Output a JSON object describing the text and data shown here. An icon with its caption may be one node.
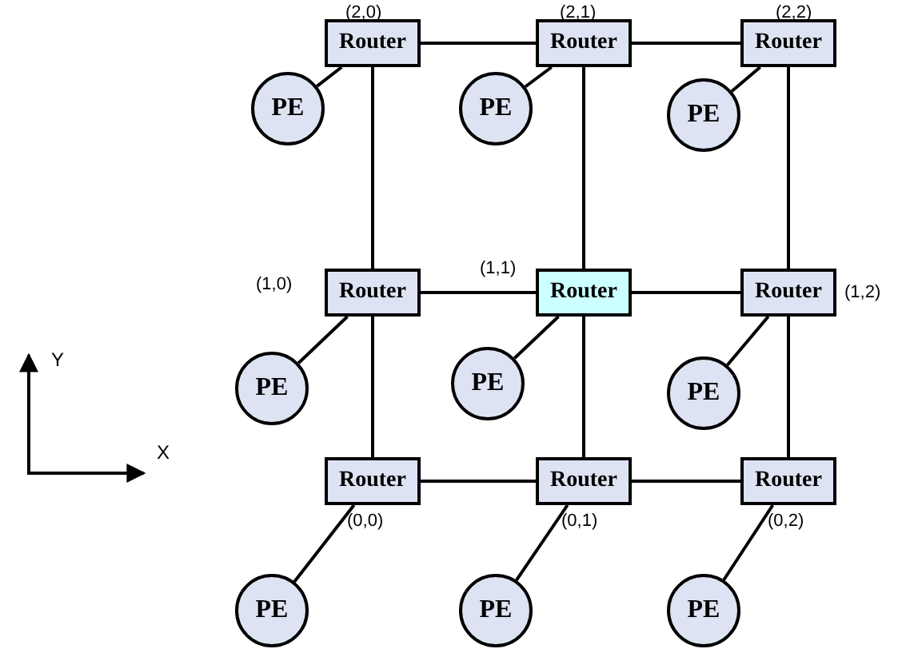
{
  "diagram": {
    "nodes": [
      {
        "text": [
          "Router"
        ],
        "beside": [
          "(2,0)"
        ]
      },
      {
        "text": [
          "Router"
        ],
        "beside": [
          "(2,1)"
        ]
      },
      {
        "text": [
          "Router"
        ],
        "beside": [
          "(2,2)"
        ]
      },
      {
        "text": [
          "PE"
        ]
      },
      {
        "text": [
          "PE"
        ]
      },
      {
        "text": [
          "PE"
        ]
      },
      {
        "text": [
          "Router"
        ],
        "beside": [
          "(1,0)"
        ]
      },
      {
        "text": [
          "Router"
        ],
        "beside": [
          "(1,1)"
        ]
      },
      {
        "text": [
          "Router"
        ],
        "beside": [
          "(1,2)"
        ]
      },
      {
        "text": [
          "PE"
        ]
      },
      {
        "text": [
          "PE"
        ]
      },
      {
        "text": [
          "PE"
        ]
      },
      {
        "text": [
          "Router"
        ],
        "beside": [
          "(0,0)"
        ]
      },
      {
        "text": [
          "Router"
        ],
        "beside": [
          "(0,1)"
        ]
      },
      {
        "text": [
          "Router"
        ],
        "beside": [
          "(0,2)"
        ]
      },
      {
        "text": [
          "PE"
        ]
      },
      {
        "text": [
          "PE"
        ]
      },
      {
        "text": [
          "PE"
        ]
      }
    ],
    "edges": [
      {
        "from": 0,
        "to": 1,
        "arrow": "none"
      },
      {
        "from": 1,
        "to": 2,
        "arrow": "none"
      },
      {
        "from": 0,
        "to": 3,
        "arrow": "none"
      },
      {
        "from": 1,
        "to": 4,
        "arrow": "none"
      },
      {
        "from": 2,
        "to": 5,
        "arrow": "none"
      },
      {
        "from": 0,
        "to": 6,
        "arrow": "none"
      },
      {
        "from": 1,
        "to": 7,
        "arrow": "none"
      },
      {
        "from": 2,
        "to": 8,
        "arrow": "none"
      },
      {
        "from": 6,
        "to": 7,
        "arrow": "none"
      },
      {
        "from": 7,
        "to": 8,
        "arrow": "none"
      },
      {
        "from": 6,
        "to": 9,
        "arrow": "none"
      },
      {
        "from": 7,
        "to": 10,
        "arrow": "none"
      },
      {
        "from": 8,
        "to": 11,
        "arrow": "none"
      },
      {
        "from": 6,
        "to": 12,
        "arrow": "none"
      },
      {
        "from": 7,
        "to": 13,
        "arrow": "none"
      },
      {
        "from": 8,
        "to": 14,
        "arrow": "none"
      },
      {
        "from": 12,
        "to": 13,
        "arrow": "none"
      },
      {
        "from": 13,
        "to": 14,
        "arrow": "none"
      },
      {
        "from": 12,
        "to": 15,
        "arrow": "none"
      },
      {
        "from": 13,
        "to": 16,
        "arrow": "none"
      },
      {
        "from": 14,
        "to": 17,
        "arrow": "none"
      }
    ],
    "labels": [
      "Y",
      "X"
    ]
  }
}
